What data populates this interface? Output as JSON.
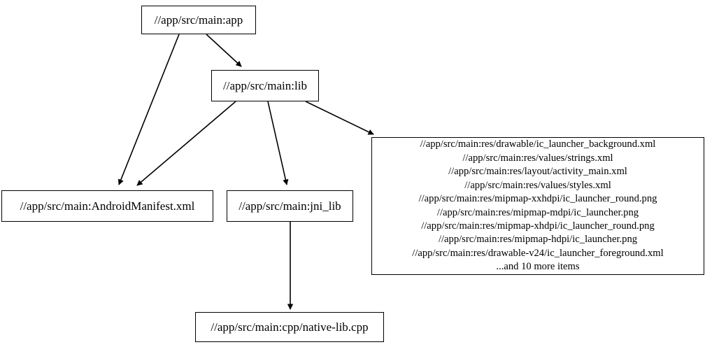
{
  "graph": {
    "type": "directed-dependency-graph",
    "background_color": "#ffffff",
    "node_border_color": "#000000",
    "edge_color": "#000000",
    "text_color": "#000000",
    "nodes": [
      {
        "id": "app",
        "label": "//app/src/main:app"
      },
      {
        "id": "lib",
        "label": "//app/src/main:lib"
      },
      {
        "id": "manifest",
        "label": "//app/src/main:AndroidManifest.xml"
      },
      {
        "id": "jni",
        "label": "//app/src/main:jni_lib"
      },
      {
        "id": "res",
        "label": "//app/src/main:res/drawable/ic_launcher_background.xml\n//app/src/main:res/values/strings.xml\n//app/src/main:res/layout/activity_main.xml\n//app/src/main:res/values/styles.xml\n//app/src/main:res/mipmap-xxhdpi/ic_launcher_round.png\n//app/src/main:res/mipmap-mdpi/ic_launcher.png\n//app/src/main:res/mipmap-xhdpi/ic_launcher_round.png\n//app/src/main:res/mipmap-hdpi/ic_launcher.png\n//app/src/main:res/drawable-v24/ic_launcher_foreground.xml\n...and 10 more items",
        "lines": [
          "//app/src/main:res/drawable/ic_launcher_background.xml",
          "//app/src/main:res/values/strings.xml",
          "//app/src/main:res/layout/activity_main.xml",
          "//app/src/main:res/values/styles.xml",
          "//app/src/main:res/mipmap-xxhdpi/ic_launcher_round.png",
          "//app/src/main:res/mipmap-mdpi/ic_launcher.png",
          "//app/src/main:res/mipmap-xhdpi/ic_launcher_round.png",
          "//app/src/main:res/mipmap-hdpi/ic_launcher.png",
          "//app/src/main:res/drawable-v24/ic_launcher_foreground.xml",
          "...and 10 more items"
        ]
      },
      {
        "id": "cpp",
        "label": "//app/src/main:cpp/native-lib.cpp"
      }
    ],
    "edges": [
      {
        "id": "app-to-lib",
        "from": "app",
        "to": "lib"
      },
      {
        "id": "app-to-manifest",
        "from": "app",
        "to": "manifest"
      },
      {
        "id": "lib-to-manifest",
        "from": "lib",
        "to": "manifest"
      },
      {
        "id": "lib-to-jni",
        "from": "lib",
        "to": "jni"
      },
      {
        "id": "lib-to-res",
        "from": "lib",
        "to": "res"
      },
      {
        "id": "jni-to-cpp",
        "from": "jni",
        "to": "cpp"
      }
    ]
  }
}
